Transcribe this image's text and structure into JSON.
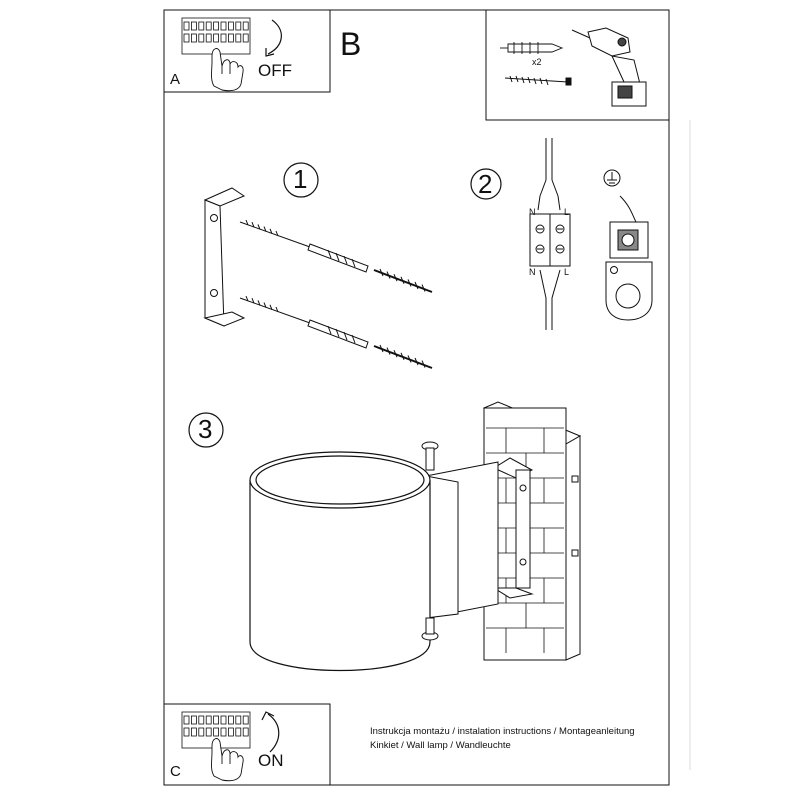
{
  "panels": {
    "a_letter": "A",
    "a_text": "OFF",
    "b_letter": "B",
    "c_letter": "C",
    "c_text": "ON"
  },
  "tools": {
    "quantity": "x2"
  },
  "steps": {
    "step1": "1",
    "step2": "2",
    "step3": "3"
  },
  "wiring": {
    "n_top": "N",
    "l_top": "L",
    "n_bottom": "N",
    "l_bottom": "L"
  },
  "footer": {
    "line1": "Instrukcja montażu / instalation instructions / Montageanleitung",
    "line2": "Kinkiet / Wall lamp / Wandleuchte"
  },
  "icons": [
    "circuit-breaker-icon",
    "hand-icon",
    "curved-arrow-icon",
    "wall-plug-icon",
    "screw-icon",
    "drill-icon",
    "ground-symbol-icon",
    "terminal-block-icon"
  ]
}
